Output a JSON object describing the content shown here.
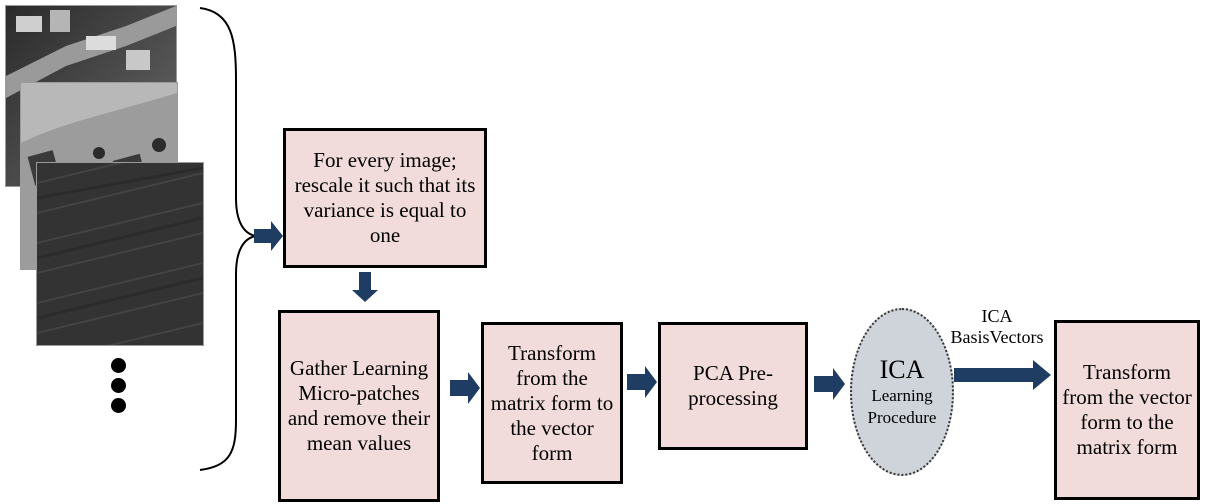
{
  "diagram": {
    "nodes": {
      "rescale": "For every image; rescale it such that its variance is equal to one",
      "gather": "Gather Learning Micro-patches and remove their mean values",
      "matrix_to_vector": "Transform from the matrix form to the vector form",
      "pca": "PCA Pre-processing",
      "ica_title": "ICA",
      "ica_sub": "Learning Procedure",
      "vector_to_matrix": "Transform from the vector form to the matrix form"
    },
    "edge_label": "ICA BasisVectors"
  },
  "colors": {
    "box_fill": "#f2dcdb",
    "arrow_fill": "#1f3d63",
    "ellipse_fill": "#cfd4da"
  }
}
